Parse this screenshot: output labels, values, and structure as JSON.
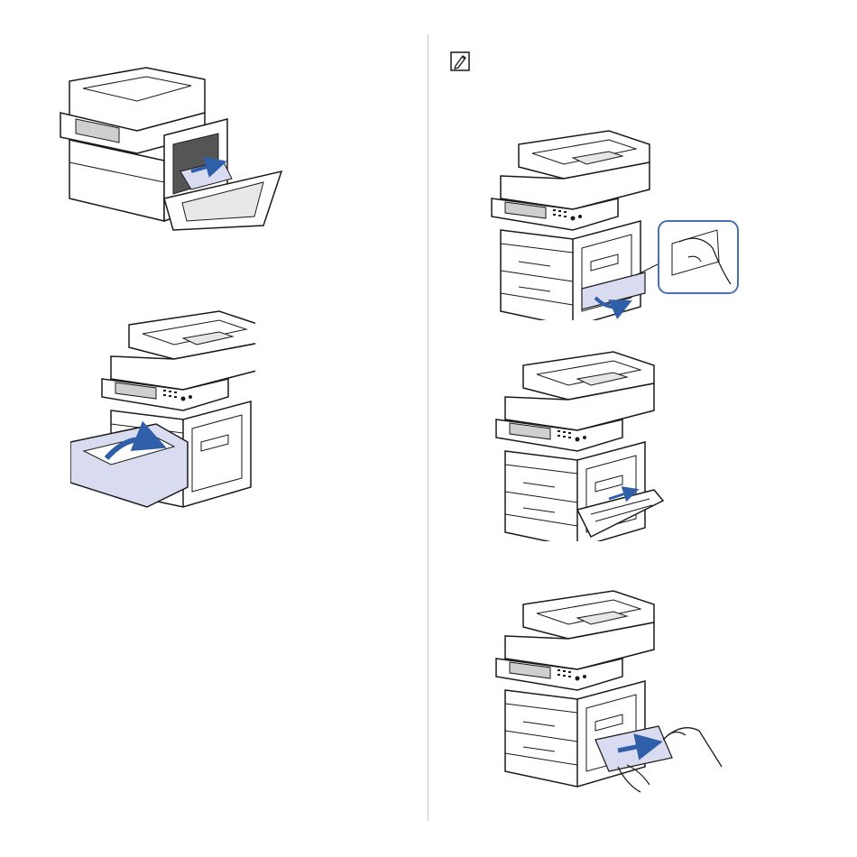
{
  "page": {
    "background": "#ffffff",
    "divider_color": "#c8c8c8"
  },
  "colors": {
    "paper": "#d9dcf0",
    "arrow": "#2f5fa8",
    "outline": "#1a1a1a",
    "callout_border": "#4a6fb8"
  },
  "icons": {
    "note": "note-pencil-icon"
  },
  "figures": [
    {
      "id": "fig-1",
      "depicts": "open-side-door-remove-jammed-paper"
    },
    {
      "id": "fig-2",
      "depicts": "insert-paper-tray"
    },
    {
      "id": "fig-3",
      "depicts": "open-lower-side-cover-with-callout"
    },
    {
      "id": "fig-4",
      "depicts": "open-lower-side-cover"
    },
    {
      "id": "fig-5",
      "depicts": "pull-out-jammed-paper-by-hand"
    }
  ]
}
